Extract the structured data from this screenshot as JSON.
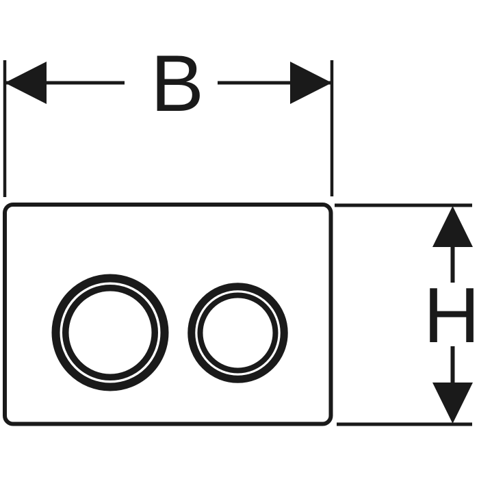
{
  "diagram": {
    "labels": {
      "width": "B",
      "height": "H"
    },
    "icons": {
      "width_left": "arrow-left",
      "width_right": "arrow-right",
      "height_up": "arrow-up",
      "height_down": "arrow-down"
    },
    "colors": {
      "ink": "#1a1a1a",
      "background": "#ffffff"
    }
  }
}
